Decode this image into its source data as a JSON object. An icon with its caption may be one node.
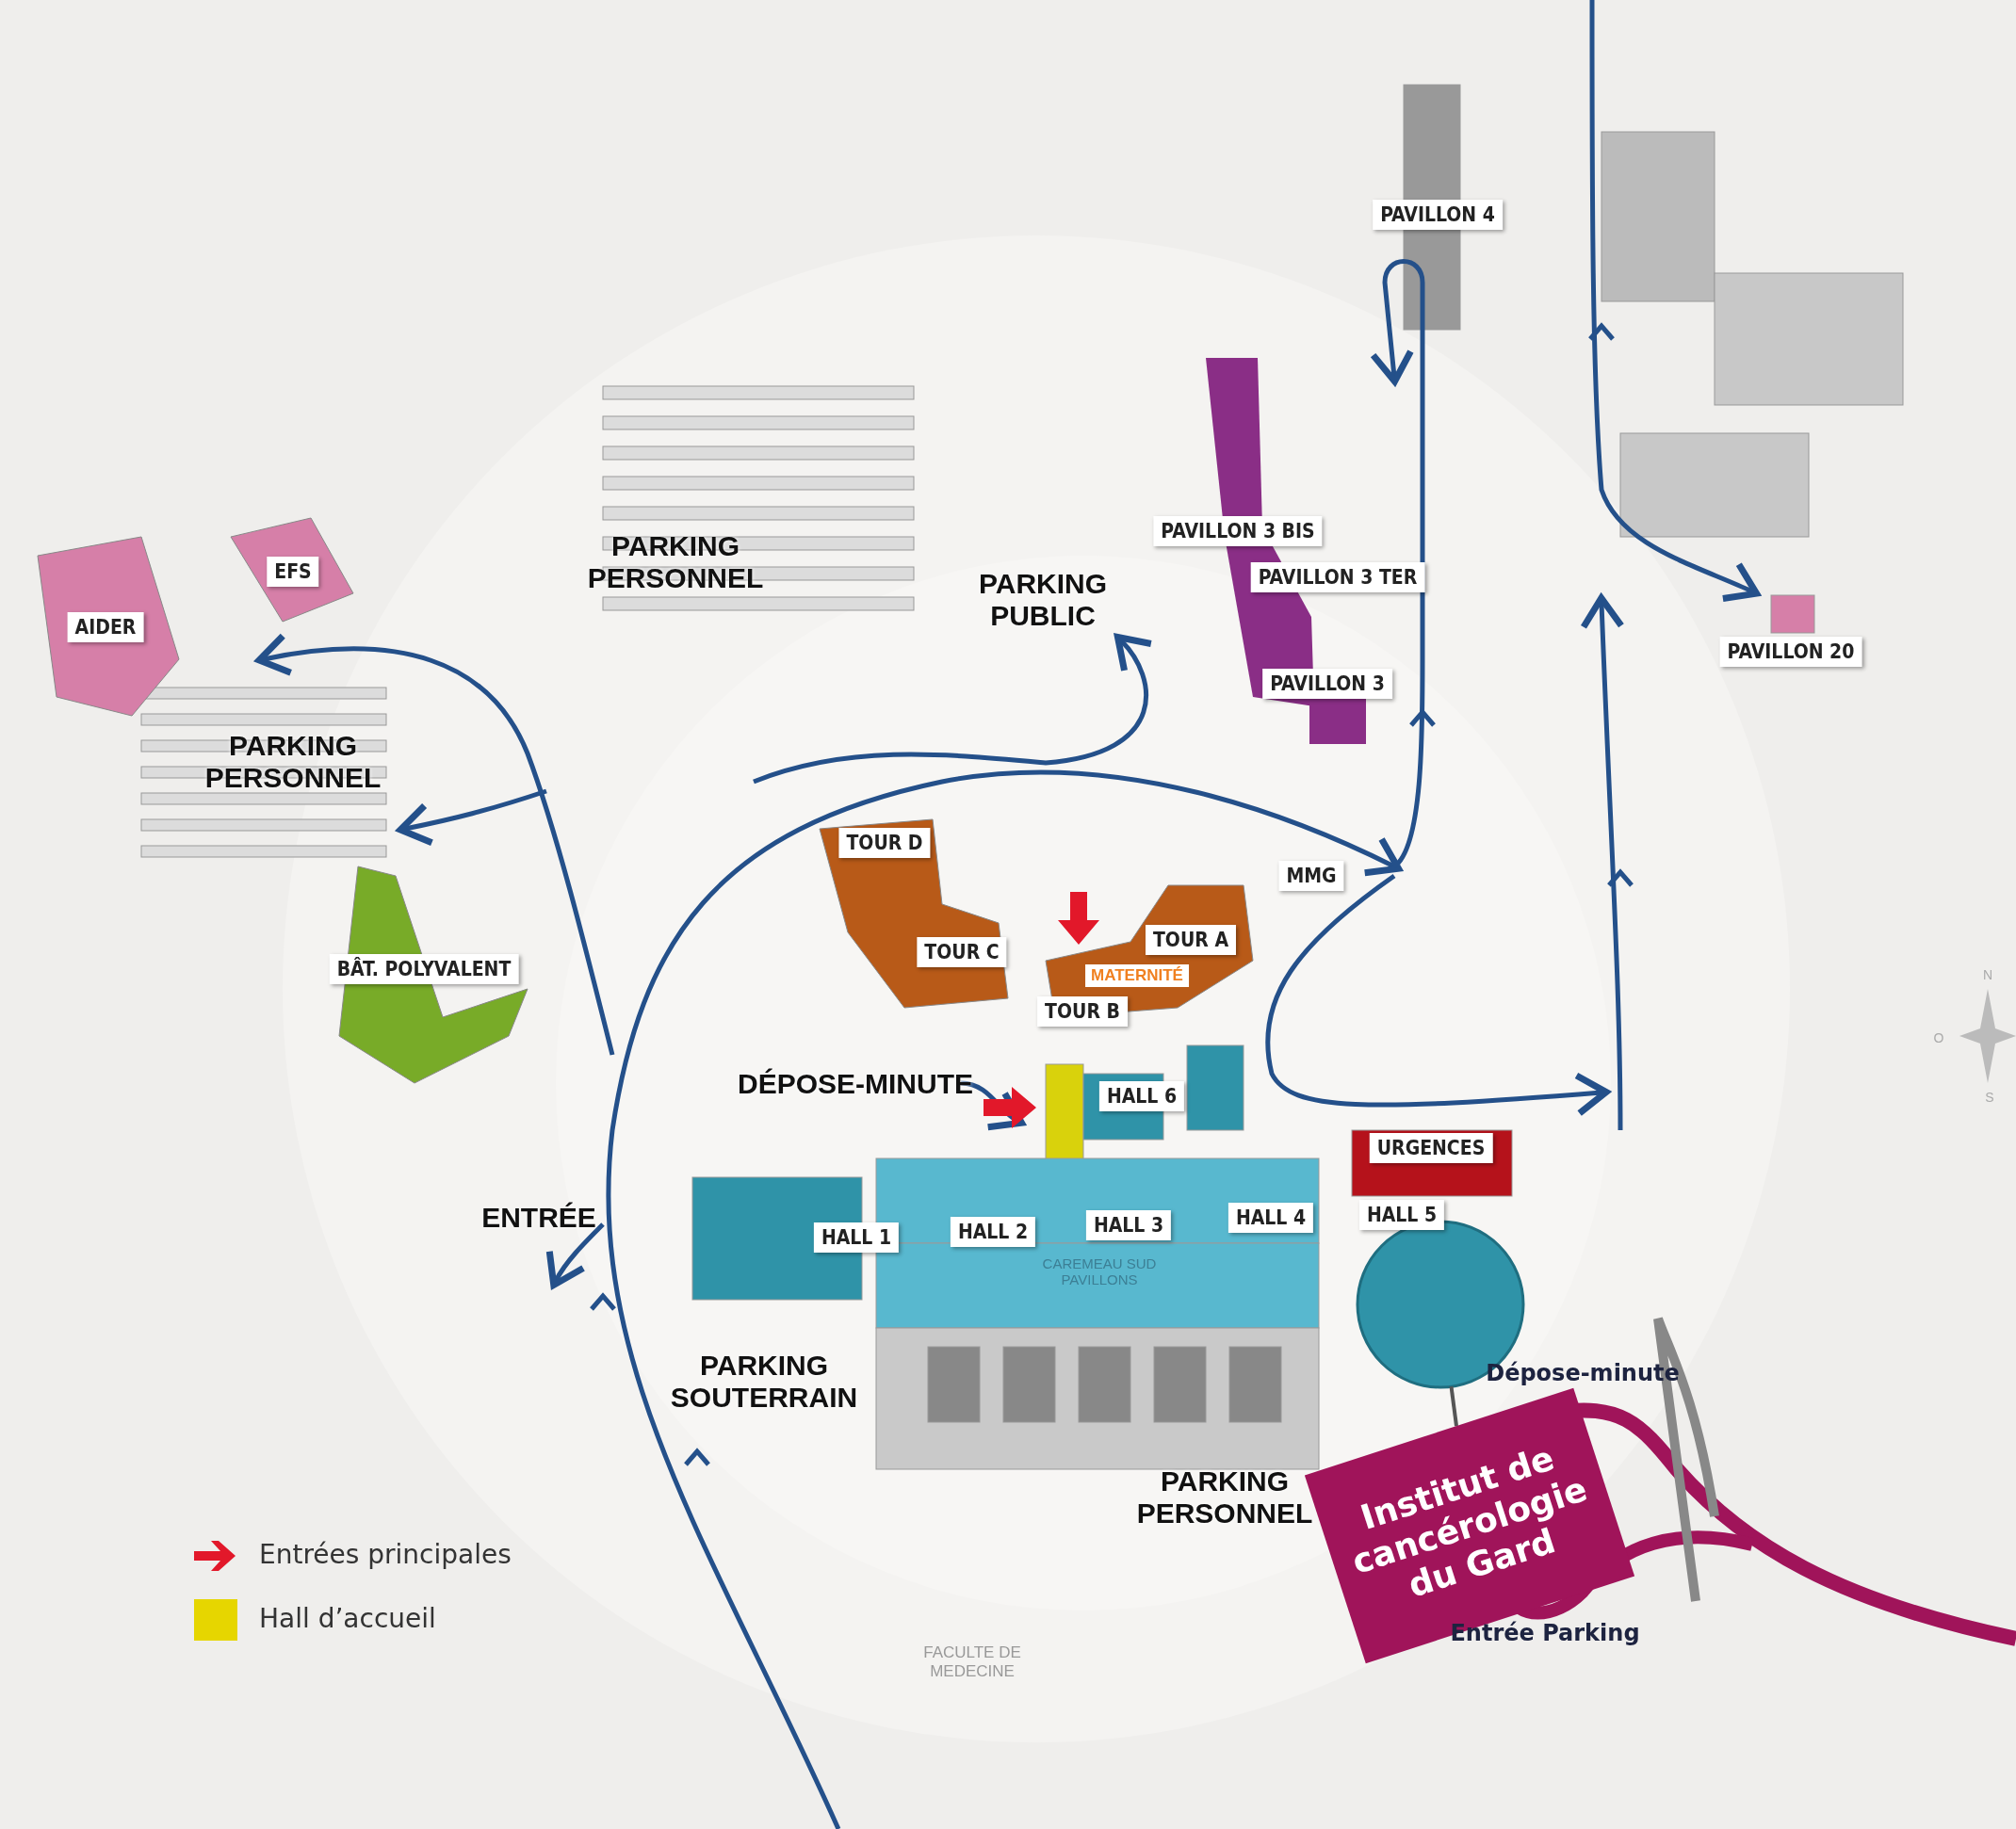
{
  "diagram": {
    "nodes": [
      {
        "text": [
          "Institut de cancérologie du Gard"
        ]
      },
      {
        "text": [],
        "shape": "circle"
      }
    ],
    "edges": [
      {
        "from": 0,
        "to": 1,
        "arrow": "none"
      }
    ],
    "labels": [
      "PAVILLON 4",
      "PAVILLON 3 BIS",
      "PARKING PERSONNEL",
      "PAVILLON 3 TER",
      "EFS",
      "PARKING PUBLIC",
      "AIDER",
      "PAVILLON 20",
      "PAVILLON 3",
      "PARKING PERSONNEL",
      "TOUR D",
      "MMG",
      "TOUR A",
      "TOUR C",
      "MATERNITÉ",
      "BÂT. POLYVALENT",
      "TOUR B",
      "DÉPOSE-MINUTE",
      "HALL 6",
      "URGENCES",
      "ENTRÉE",
      "HALL 5",
      "HALL 4",
      "HALL 3",
      "HALL 2",
      "HALL 1",
      "CAREMEAU SUD PAVILLONS",
      "PARKING SOUTERRAIN",
      "Dépose-minute",
      "PARKING PERSONNEL",
      "Entrée Parking",
      "FACULTE DE MEDECINE",
      "N",
      "O",
      "S"
    ],
    "legend": [
      {
        "text": "Entrées principales"
      },
      {
        "text": "Hall d’accueil",
        "color": "#e6d600"
      }
    ]
  }
}
